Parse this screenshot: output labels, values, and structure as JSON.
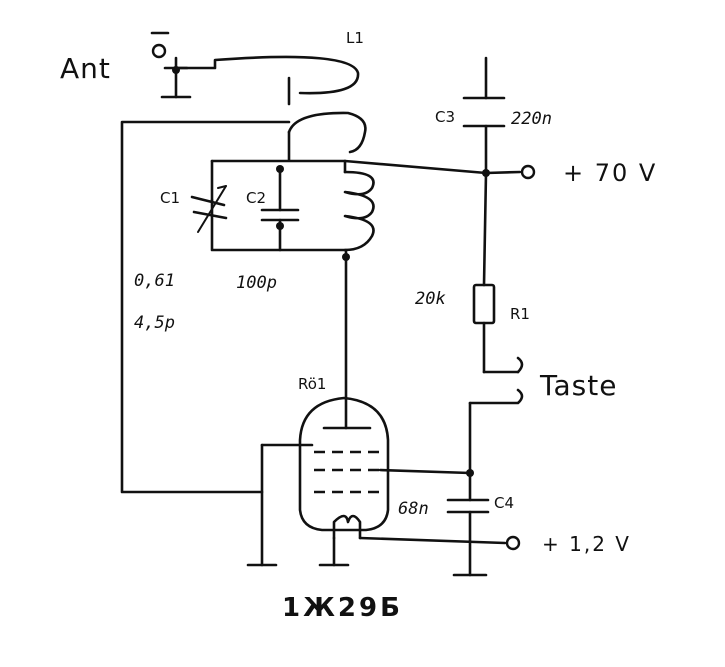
{
  "antenna": {
    "label": "Ant"
  },
  "components": {
    "L1": {
      "ref": "L1"
    },
    "C1": {
      "ref": "C1",
      "value_line1": "0,61",
      "value_line2": "4,5p"
    },
    "C2": {
      "ref": "C2",
      "value": "100p"
    },
    "C3": {
      "ref": "C3",
      "value": "220n"
    },
    "C4": {
      "ref": "C4",
      "value": "68n"
    },
    "R1": {
      "ref": "R1",
      "value": "20k"
    },
    "tube": {
      "ref": "Rö1",
      "type": "1Ж29Б"
    }
  },
  "terminals": {
    "plus70": "+ 70 V",
    "plus12": "+ 1,2 V",
    "key": "Taste"
  }
}
